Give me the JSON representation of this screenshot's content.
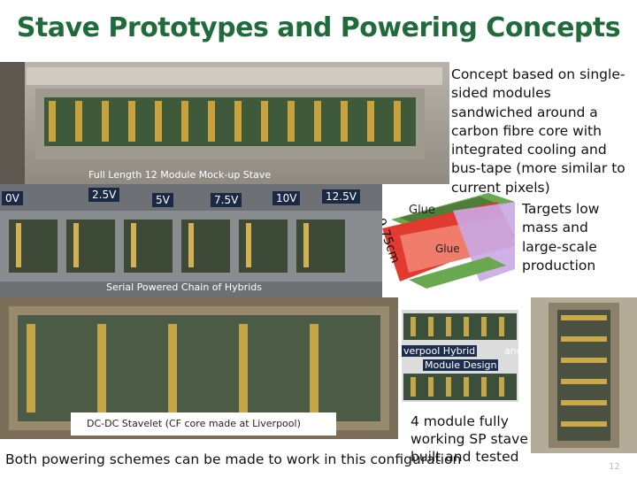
{
  "title": "Stave Prototypes and Powering Concepts",
  "photos": {
    "mockup_caption": "Full Length 12 Module Mock-up Stave",
    "serial_caption": "Serial Powered Chain of Hybrids",
    "dcdc_caption": "DC-DC Stavelet (CF core made at Liverpool)",
    "voltages": [
      "0V",
      "2.5V",
      "5V",
      "7.5V",
      "10V",
      "12.5V"
    ]
  },
  "diagram": {
    "glue_top": "Glue",
    "glue_bottom": "Glue",
    "dimension": "9.75cm"
  },
  "hybrid_caption_line1": "verpool Hybrid",
  "hybrid_caption_and": "and",
  "hybrid_caption_line2": "Module Design",
  "concept_text": "Concept based on single-sided modules sandwiched around a carbon fibre core with integrated cooling and bus-tape (more similar to current pixels)",
  "targets_text": "Targets low mass and large-scale production",
  "four_module_text": "4 module fully working SP stave built and tested",
  "bottom_text": "Both powering schemes can be made to work in this configuration",
  "page_number": "12",
  "colors": {
    "title": "#1f6b3a",
    "text": "#111111"
  }
}
